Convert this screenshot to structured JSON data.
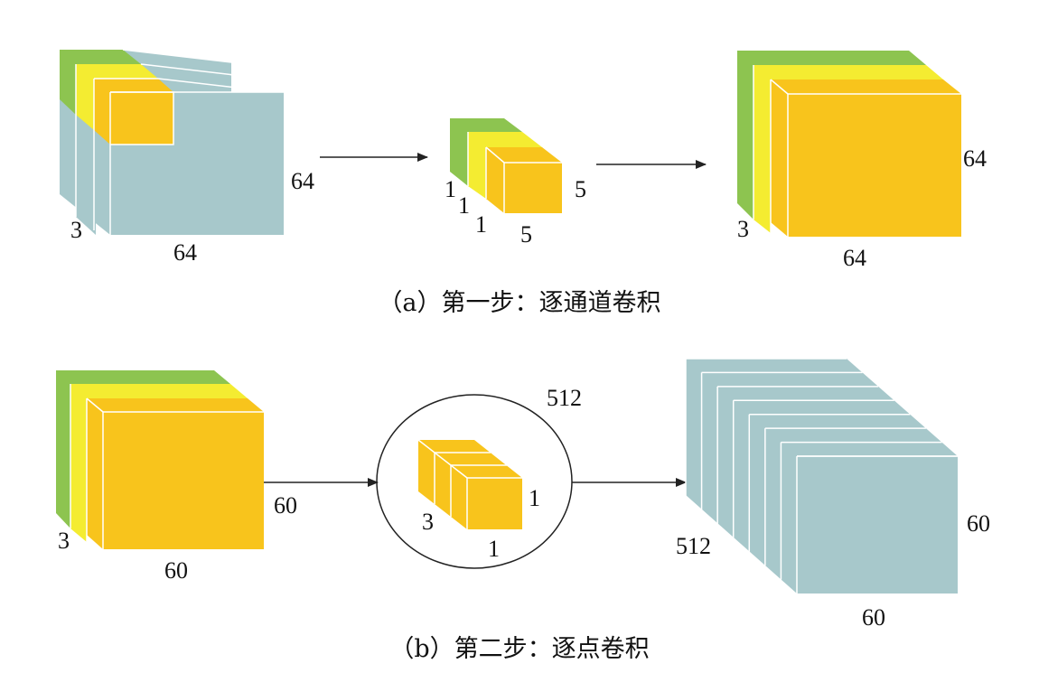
{
  "colors": {
    "green": "#8dc450",
    "yellow": "#f4ec31",
    "orange": "#f8c41c",
    "grayblue": "#a7c8cb",
    "line": "#222222"
  },
  "step1": {
    "input": {
      "depth": "3",
      "width": "64",
      "height": "64"
    },
    "kernel": {
      "channels": [
        "1",
        "1",
        "1"
      ],
      "width": "5",
      "height": "5"
    },
    "output": {
      "depth": "3",
      "width": "64",
      "height": "64"
    },
    "caption": "（a）第一步：逐通道卷积"
  },
  "step2": {
    "input": {
      "depth": "3",
      "width": "60",
      "height": "60"
    },
    "kernel": {
      "count": "512",
      "depth": "3",
      "width": "1",
      "height": "1"
    },
    "output": {
      "depth": "512",
      "width": "60",
      "height": "60"
    },
    "caption": "（b）第二步：逐点卷积"
  }
}
